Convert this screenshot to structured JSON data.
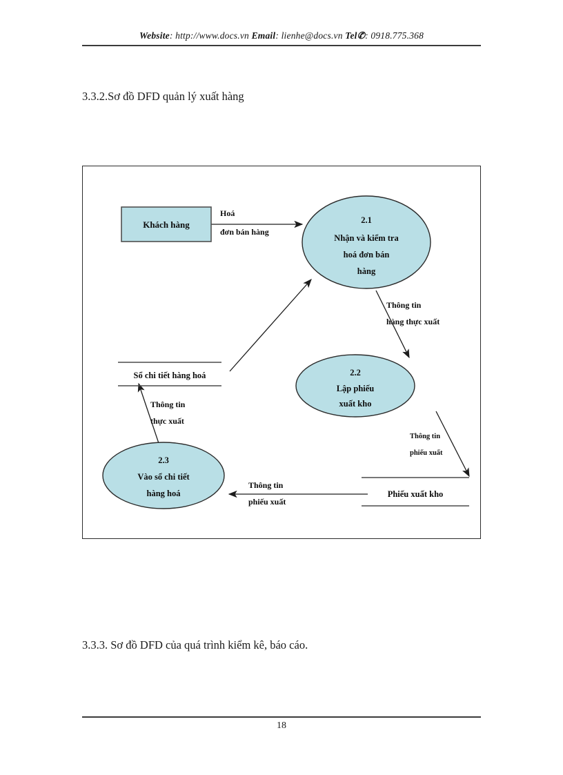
{
  "header": {
    "website_label": "Website",
    "website_url": ": http://www.docs.vn",
    "email_label": "Email",
    "email_value": ": lienhe@docs.vn",
    "tel_label": "Tel",
    "tel_icon": "telephone-icon",
    "tel_value": ": 0918.775.368"
  },
  "headings": {
    "section_332": "3.3.2.Sơ đồ DFD quản lý xuất hàng",
    "section_333": "3.3.3. Sơ đồ DFD của quá trình kiểm kê, báo cáo."
  },
  "diagram": {
    "title": "Sơ đồ DFD quản lý xuất hàng",
    "fill_color": "#b9dfe6",
    "stroke_color": "#2b2b2b",
    "external_entities": [
      {
        "id": "khach-hang",
        "label": "Khách hàng"
      }
    ],
    "processes": [
      {
        "id": "2.1",
        "number": "2.1",
        "line1": "Nhận và kiểm tra",
        "line2": "hoá đơn bán",
        "line3": "hàng"
      },
      {
        "id": "2.2",
        "number": "2.2",
        "line1": "Lập phiếu",
        "line2": "xuất kho",
        "line3": ""
      },
      {
        "id": "2.3",
        "number": "2.3",
        "line1": "Vào sổ chi tiết",
        "line2": "hàng hoá",
        "line3": ""
      }
    ],
    "data_stores": [
      {
        "id": "so-chi-tiet-hang-hoa",
        "label": "Sổ chi tiết hàng hoá"
      },
      {
        "id": "phieu-xuat-kho",
        "label": "Phiếu xuất kho"
      }
    ],
    "flows": [
      {
        "id": "flow-hoa-don",
        "line1": "Hoá",
        "line2": "đơn bán hàng",
        "from": "khach-hang",
        "to": "2.1"
      },
      {
        "id": "flow-hang-thuc-xuat",
        "line1": "Thông tin",
        "line2": "hàng thực xuất",
        "from": "2.1",
        "to": "2.2"
      },
      {
        "id": "flow-thong-tin-phieu-xuat-right",
        "line1": "Thông tin",
        "line2": "phiếu xuất",
        "from": "2.2",
        "to": "phieu-xuat-kho"
      },
      {
        "id": "flow-thong-tin-phieu-xuat-bottom",
        "line1": "Thông tin",
        "line2": "phiếu xuất",
        "from": "phieu-xuat-kho",
        "to": "2.3"
      },
      {
        "id": "flow-thong-tin-thuc-xuat",
        "line1": "Thông tin",
        "line2": "thực xuất",
        "from": "2.3",
        "to": "so-chi-tiet-hang-hoa"
      },
      {
        "id": "flow-store-to-21",
        "line1": "",
        "line2": "",
        "from": "so-chi-tiet-hang-hoa",
        "to": "2.1"
      }
    ]
  },
  "footer": {
    "page_number": "18"
  }
}
